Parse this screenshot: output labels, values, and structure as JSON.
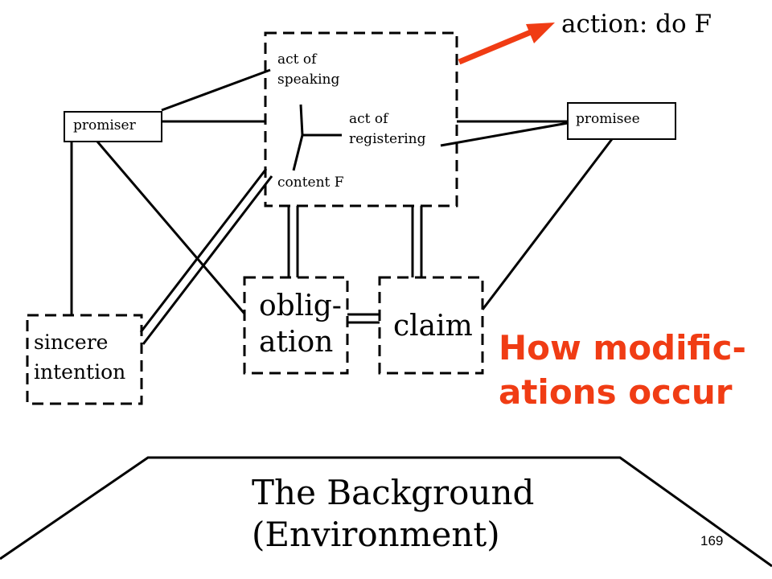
{
  "nodes": {
    "speech_act": {
      "act_of_speaking": "act of\nspeaking",
      "act_of_registering": "act of\nregistering",
      "content": "content F"
    },
    "promiser": "promiser",
    "promisee": "promisee",
    "obligation": "oblig-\nation",
    "claim": "claim",
    "sincere_intention": "sincere\nintention"
  },
  "action_label": "action: do F",
  "headline": "How modific-\nations occur",
  "background": "The Background\n(Environment)",
  "page_number": "169",
  "colors": {
    "arrow": "#f03c14",
    "headline": "#f03c14",
    "lines": "#000000"
  }
}
